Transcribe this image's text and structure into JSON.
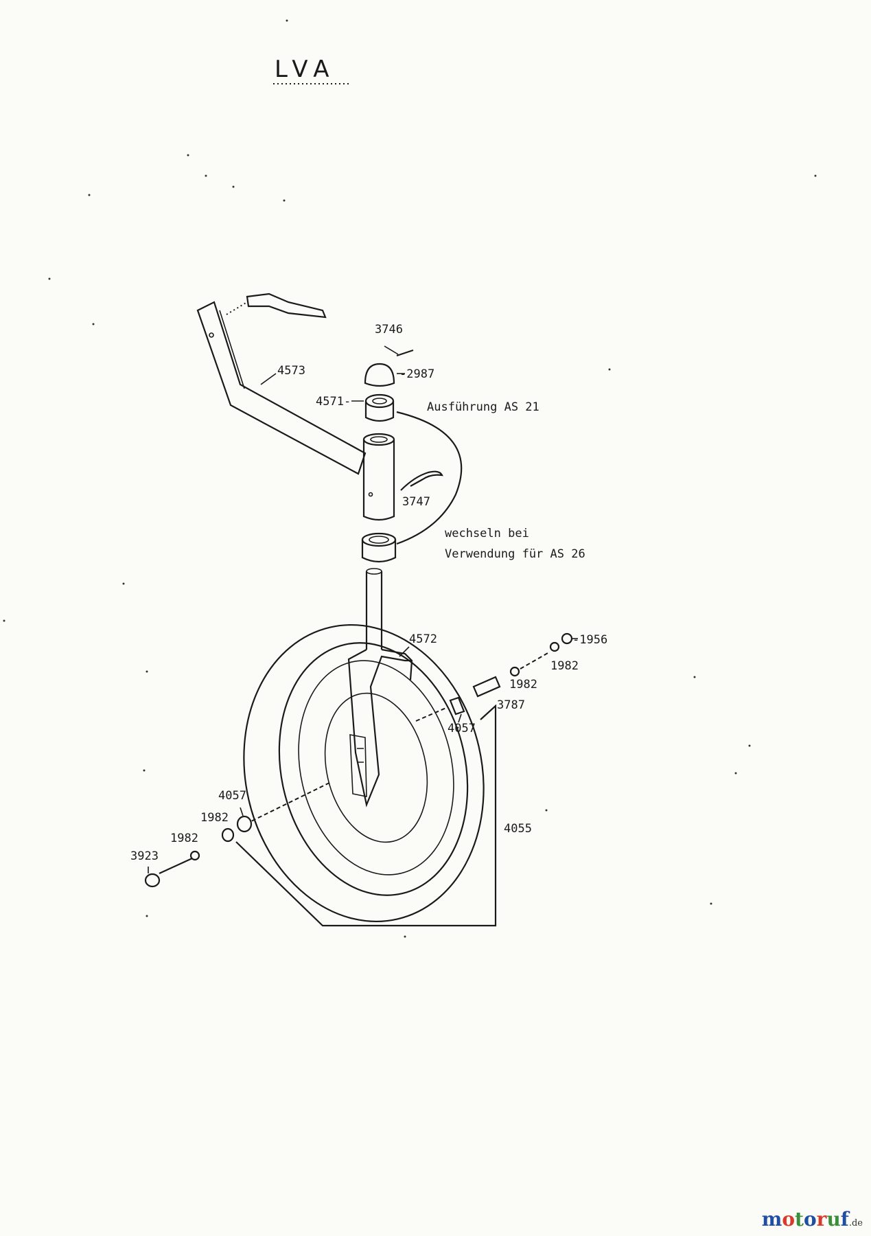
{
  "title": "LVA",
  "parts": {
    "p3746": "3746",
    "p2987": "-2987",
    "p4571": "4571-",
    "p4573": "4573",
    "p3747a": "3747",
    "p4572": "4572",
    "p1956": "-1956",
    "p1982a": "1982",
    "p1982b": "1982",
    "p3787": "3787",
    "p4057a": "4057",
    "p4057b": "4057",
    "p1982c": "1982",
    "p1982d": "1982",
    "p3923": "3923",
    "p4055": "4055"
  },
  "notes": {
    "version": "Ausführung AS 21",
    "swap_line1": "wechseln bei",
    "swap_line2": "Verwendung für AS 26"
  },
  "watermark": {
    "brand": "motoruf",
    "suffix": ".de",
    "colors": [
      "#1f4fa3",
      "#d83a2b",
      "#3b8f3a"
    ]
  }
}
